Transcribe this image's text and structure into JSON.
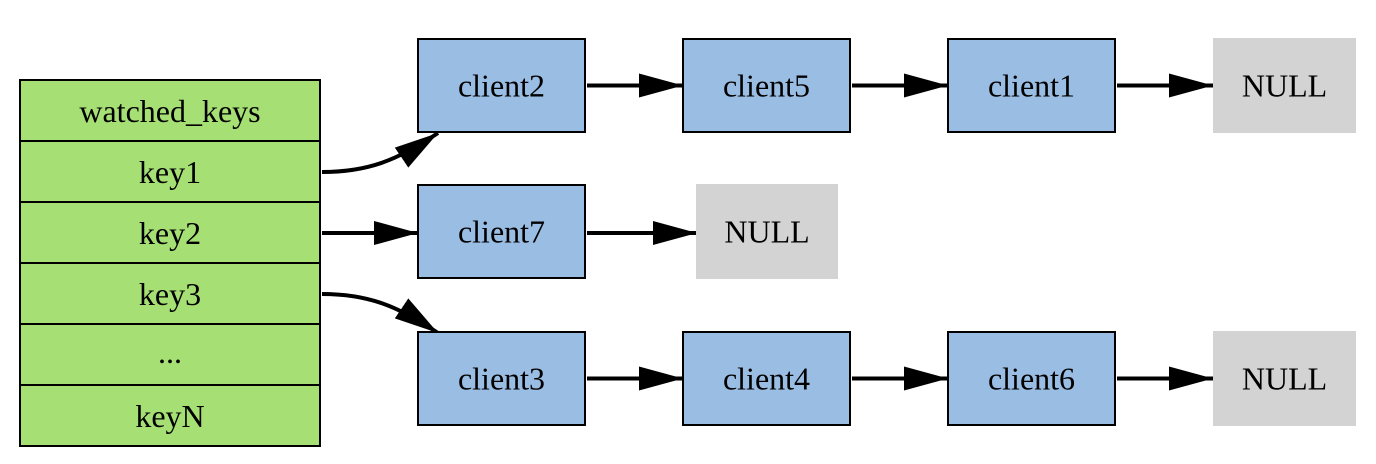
{
  "colors": {
    "table_fill": "#a6df74",
    "client_fill": "#9abde3",
    "null_fill": "#d3d3d3",
    "stroke": "#000000",
    "edge": "#000000"
  },
  "table": {
    "header": "watched_keys",
    "rows": [
      "key1",
      "key2",
      "key3",
      "...",
      "keyN"
    ]
  },
  "chains": [
    {
      "key": "key1",
      "clients": [
        "client2",
        "client5",
        "client1"
      ],
      "terminator": "NULL"
    },
    {
      "key": "key2",
      "clients": [
        "client7"
      ],
      "terminator": "NULL"
    },
    {
      "key": "key3",
      "clients": [
        "client3",
        "client4",
        "client6"
      ],
      "terminator": "NULL"
    }
  ]
}
